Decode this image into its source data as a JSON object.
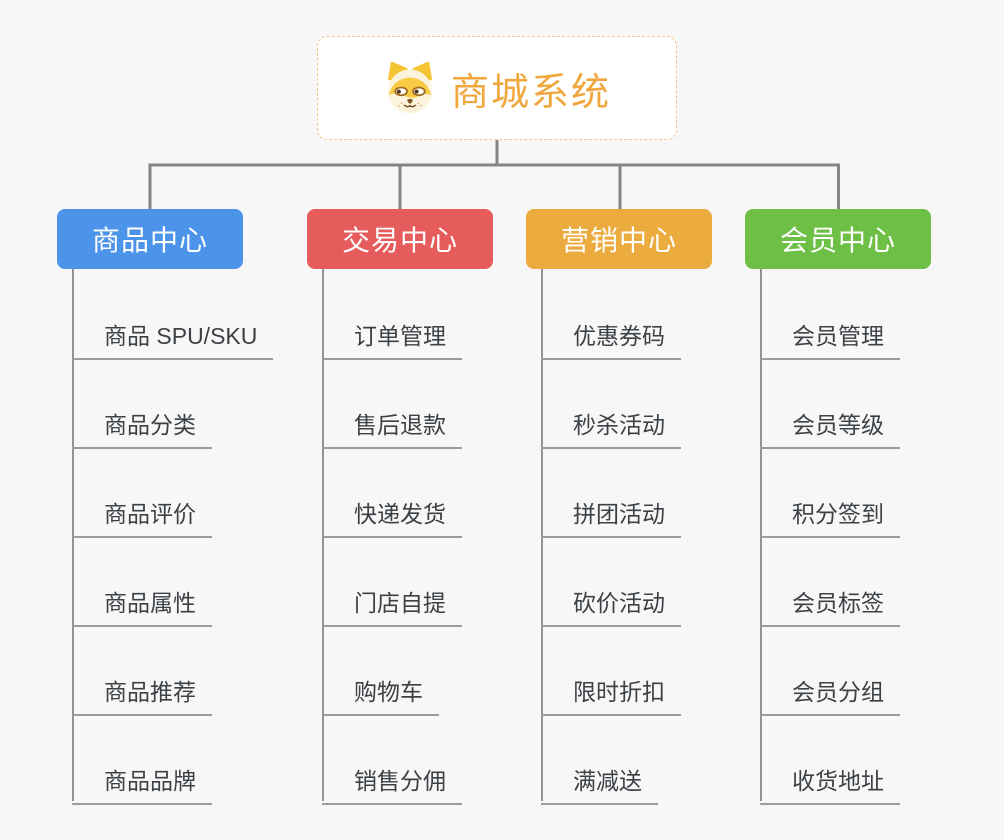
{
  "root": {
    "title": "商城系统",
    "icon": "shiba-dog-icon"
  },
  "branches": [
    {
      "label": "商品中心",
      "color": "#4c93ea",
      "items": [
        "商品 SPU/SKU",
        "商品分类",
        "商品评价",
        "商品属性",
        "商品推荐",
        "商品品牌"
      ]
    },
    {
      "label": "交易中心",
      "color": "#e65b5b",
      "items": [
        "订单管理",
        "售后退款",
        "快递发货",
        "门店自提",
        "购物车",
        "销售分佣"
      ]
    },
    {
      "label": "营销中心",
      "color": "#ecab3f",
      "items": [
        "优惠券码",
        "秒杀活动",
        "拼团活动",
        "砍价活动",
        "限时折扣",
        "满减送"
      ]
    },
    {
      "label": "会员中心",
      "color": "#6ebf45",
      "items": [
        "会员管理",
        "会员等级",
        "积分签到",
        "会员标签",
        "会员分组",
        "收货地址"
      ]
    }
  ],
  "colors": {
    "background": "#f7f7f7",
    "connector": "#858585",
    "trunk": "#939393",
    "underline": "#9b9b9b",
    "leaf_text": "#3c4146",
    "root_text": "#f0a73e",
    "root_border": "#f2c588"
  }
}
